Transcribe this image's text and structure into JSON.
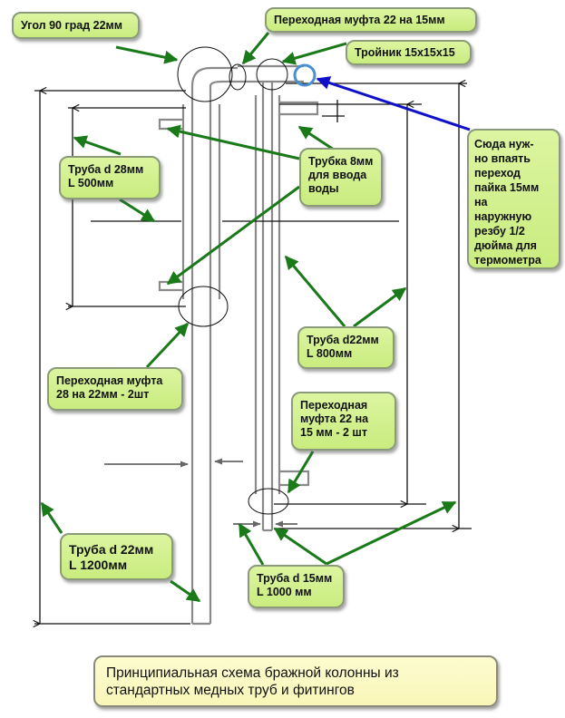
{
  "title": "Схема бражной колонны",
  "callouts": {
    "elbow": "Угол 90 град 22мм",
    "coupling_top": "Переходная муфта 22 на 15мм",
    "tee": "Тройник 15x15x15",
    "thermometer_note": "Сюда нуж-\nно впаять\nпереход\nпайка 15мм\nна\nнаружную\nрезбу 1/2\nдюйма для\nтермометра",
    "pipe28": "Труба d 28мм\n L 500мм",
    "tube8": "Трубка 8мм\nдля ввода\nводы",
    "pipe22_800": "Труба d22мм\nL 800мм",
    "coupling_28_22": "Переходная муфта\n 28 на 22мм  - 2шт",
    "coupling_22_15": "Переходная\nмуфта 22 на\n15 мм - 2 шт",
    "pipe22_1200": "Труба d 22мм\nL 1200мм",
    "pipe15": "Труба d 15мм\nL 1000 мм"
  },
  "caption": "Принципиальная схема бражной колонны из\nстандартных медных труб и фитингов",
  "colors": {
    "callout_fill": "#d2f08c",
    "caption_fill": "#fbf8c2",
    "leader_green": "#1a7a1a",
    "leader_blue": "#1010c8",
    "pipe_gray": "#8a8a8a",
    "dimension_black": "#111111",
    "highlight_blue": "#4a90d0"
  }
}
